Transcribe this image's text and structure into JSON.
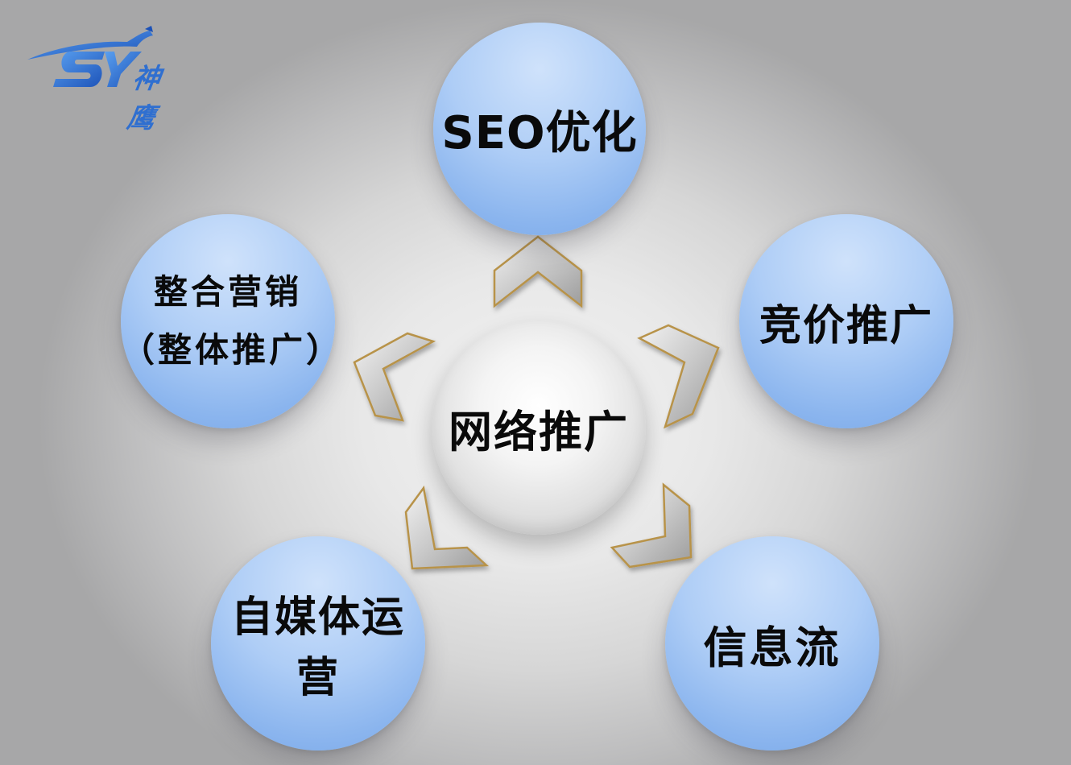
{
  "logo": {
    "mark": "SY",
    "name": "神鹰"
  },
  "center": {
    "label": "网络推广"
  },
  "nodes": {
    "seo": "SEO优化",
    "bidding": "竞价推广",
    "integrated_line1": "整合营销",
    "integrated_line2": "（整体推广）",
    "self_media": "自媒体运营",
    "info_flow": "信息流"
  },
  "colors": {
    "node_blue": "#8bb5ee",
    "logo_blue": "#2f6fd0",
    "chevron_gold": "#b8934a"
  }
}
